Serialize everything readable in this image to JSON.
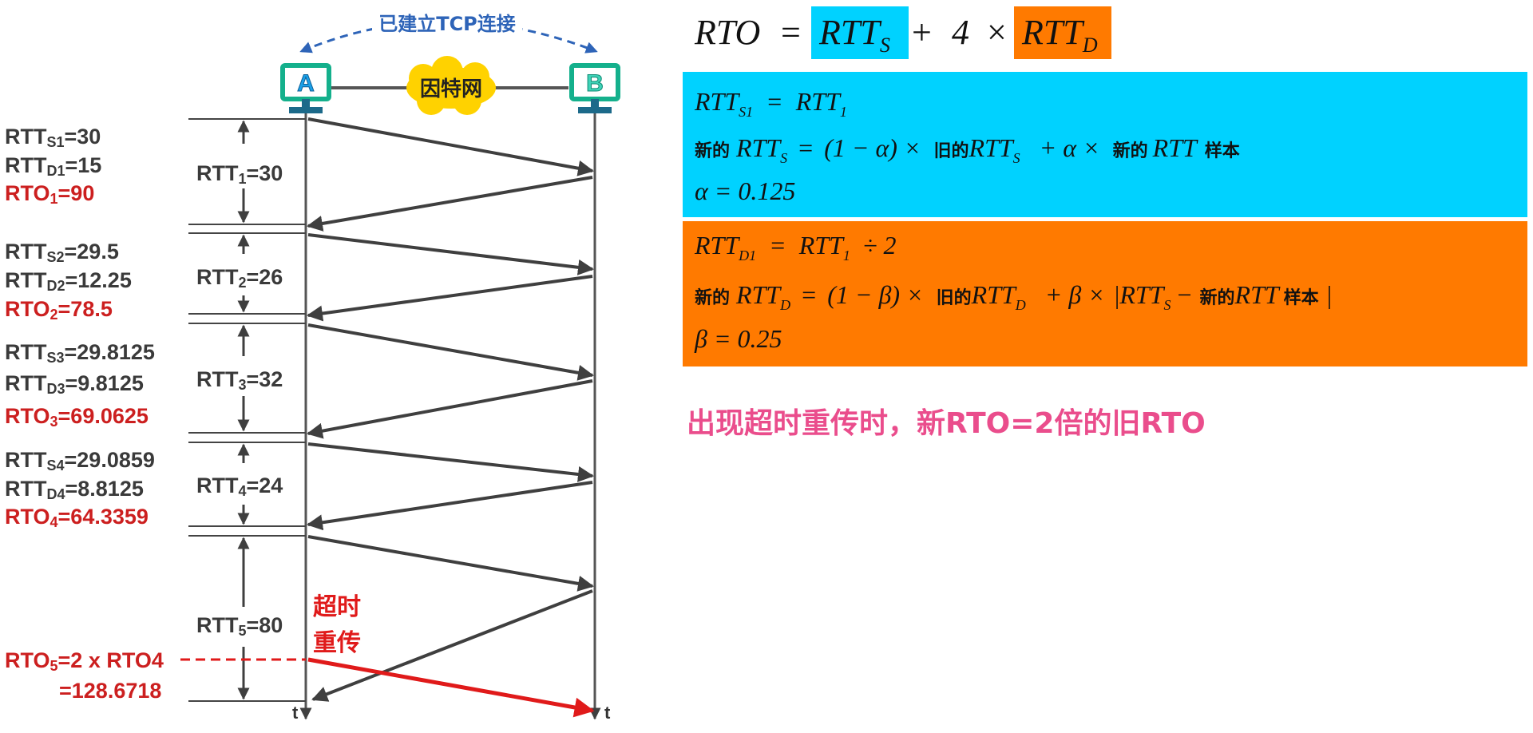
{
  "connection_label": "已建立TCP连接",
  "internet_label": "因特网",
  "host_a": "A",
  "host_b": "B",
  "time_axis_label": "t",
  "timeout_label_line1": "超时",
  "timeout_label_line2": "重传",
  "rtt_intervals": [
    {
      "base": "RTT",
      "sub": "1",
      "value": "=30"
    },
    {
      "base": "RTT",
      "sub": "2",
      "value": "=26"
    },
    {
      "base": "RTT",
      "sub": "3",
      "value": "=32"
    },
    {
      "base": "RTT",
      "sub": "4",
      "value": "=24"
    },
    {
      "base": "RTT",
      "sub": "5",
      "value": "=80"
    }
  ],
  "estimates": [
    {
      "rtts_sub": "S1",
      "rtts": "=30",
      "rttd_sub": "D1",
      "rttd": "=15",
      "rto_sub": "1",
      "rto": "=90"
    },
    {
      "rtts_sub": "S2",
      "rtts": "=29.5",
      "rttd_sub": "D2",
      "rttd": "=12.25",
      "rto_sub": "2",
      "rto": "=78.5"
    },
    {
      "rtts_sub": "S3",
      "rtts": "=29.8125",
      "rttd_sub": "D3",
      "rttd": "=9.8125",
      "rto_sub": "3",
      "rto": "=69.0625"
    },
    {
      "rtts_sub": "S4",
      "rtts": "=29.0859",
      "rttd_sub": "D4",
      "rttd": "=8.8125",
      "rto_sub": "4",
      "rto": "=64.3359"
    }
  ],
  "rto5_line1_base": "RTO",
  "rto5_line1_sub": "5",
  "rto5_line1_rest": "=2 x RTO4",
  "rto5_line2": "=128.6718",
  "colors": {
    "cyan_box": "#00d2ff",
    "orange_box": "#ff7a00",
    "red": "#cc1f1f",
    "arrow_gray": "#3f3f3f",
    "host_teal": "#14b08c",
    "cloud_yellow": "#ffd200",
    "dash_blue": "#2e64b8",
    "pink_note": "#ea4d8c"
  },
  "formula_main": {
    "lhs": "RTO",
    "eq": "=",
    "t1": "RTT",
    "t1_sub": "S",
    "plus": "+",
    "four": "4",
    "times": "×",
    "t2": "RTT",
    "t2_sub": "D"
  },
  "cyan_rules": {
    "l1_a": "RTT",
    "l1_a_sub": "S1",
    "l1_eq": "=",
    "l1_b": "RTT",
    "l1_b_sub": "1",
    "l2_new": "新的",
    "l2_rtt": "RTT",
    "l2_rtt_sub": "S",
    "l2_eq": "=",
    "l2_factor": "(1 − α) ×",
    "l2_old": "旧的",
    "l2_old_rtt": "RTT",
    "l2_old_sub": "S",
    "l2_plus": "+ α ×",
    "l2_new2": "新的",
    "l2_sample_rtt": "RTT",
    "l2_sample": "样本",
    "l3": "α  =  0.125"
  },
  "orange_rules": {
    "l1_a": "RTT",
    "l1_a_sub": "D1",
    "l1_eq": "=",
    "l1_b": "RTT",
    "l1_b_sub": "1",
    "l1_div": "÷  2",
    "l2_new": "新的",
    "l2_rtt": "RTT",
    "l2_rtt_sub": "D",
    "l2_eq": "=",
    "l2_factor": "(1 − β) ×",
    "l2_old": "旧的",
    "l2_old_rtt": "RTT",
    "l2_old_sub": "D",
    "l2_plus": "+ β ×",
    "l2_abs_open": "|",
    "l2_abs_rtt": "RTT",
    "l2_abs_sub": "S",
    "l2_minus": "−",
    "l2_new2": "新的",
    "l2_sample_rtt": "RTT",
    "l2_sample": "样本",
    "l2_abs_close": "|",
    "l3": "β  =  0.25"
  },
  "timeout_rule": "出现超时重传时，新RTO=2倍的旧RTO"
}
